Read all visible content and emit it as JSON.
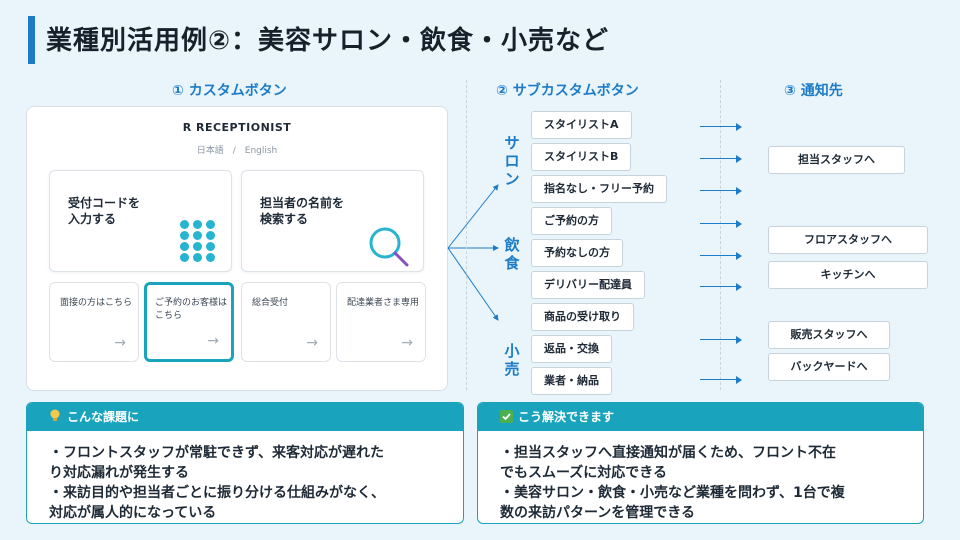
{
  "title": "業種別活用例②：美容サロン・飲食・小売など",
  "columns": {
    "custom": "① カスタムボタン",
    "sub_custom": "② サブカスタムボタン",
    "notify": "③ 通知先"
  },
  "device": {
    "brand": "R  RECEPTIONIST",
    "lang": "日本語　/　English",
    "code_card": "受付コードを\n入力する",
    "search_card": "担当者の名前を\n検索する",
    "small_cards": [
      {
        "label": "面接の方はこちら",
        "arrow": "→"
      },
      {
        "label": "ご予約のお客様はこちら",
        "arrow": "→"
      },
      {
        "label": "総合受付",
        "arrow": "→"
      },
      {
        "label": "配達業者さま専用",
        "arrow": "→"
      }
    ]
  },
  "categories": {
    "salon": "サロン",
    "food": "飲食",
    "retail": "小売"
  },
  "sub_buttons": [
    "スタイリストA",
    "スタイリストB",
    "指名なし・フリー予約",
    "ご予約の方",
    "予約なしの方",
    "デリバリー配達員",
    "商品の受け取り",
    "返品・交換",
    "業者・納品"
  ],
  "destinations": [
    "担当スタッフへ",
    "フロアスタッフへ",
    "キッチンへ",
    "販売スタッフへ",
    "バックヤードへ"
  ],
  "problem": {
    "icon": "lightbulb-icon",
    "heading": "こんな課題に",
    "lines": [
      "・フロントスタッフが常駐できず、来客対応が遅れた",
      "り対応漏れが発生する",
      "・来訪目的や担当者ごとに振り分ける仕組みがなく、",
      "対応が属人的になっている"
    ]
  },
  "solution": {
    "icon": "check-icon",
    "heading": "こう解決できます",
    "lines": [
      "・担当スタッフへ直接通知が届くため、フロント不在",
      "でもスムーズに対応できる",
      "・美容サロン・飲食・小売など業種を問わず、1台で複",
      "数の来訪パターンを管理できる"
    ]
  },
  "colors": {
    "accent": "#1c7cc7",
    "teal": "#1aa3bd",
    "background": "#eaf4fb"
  }
}
